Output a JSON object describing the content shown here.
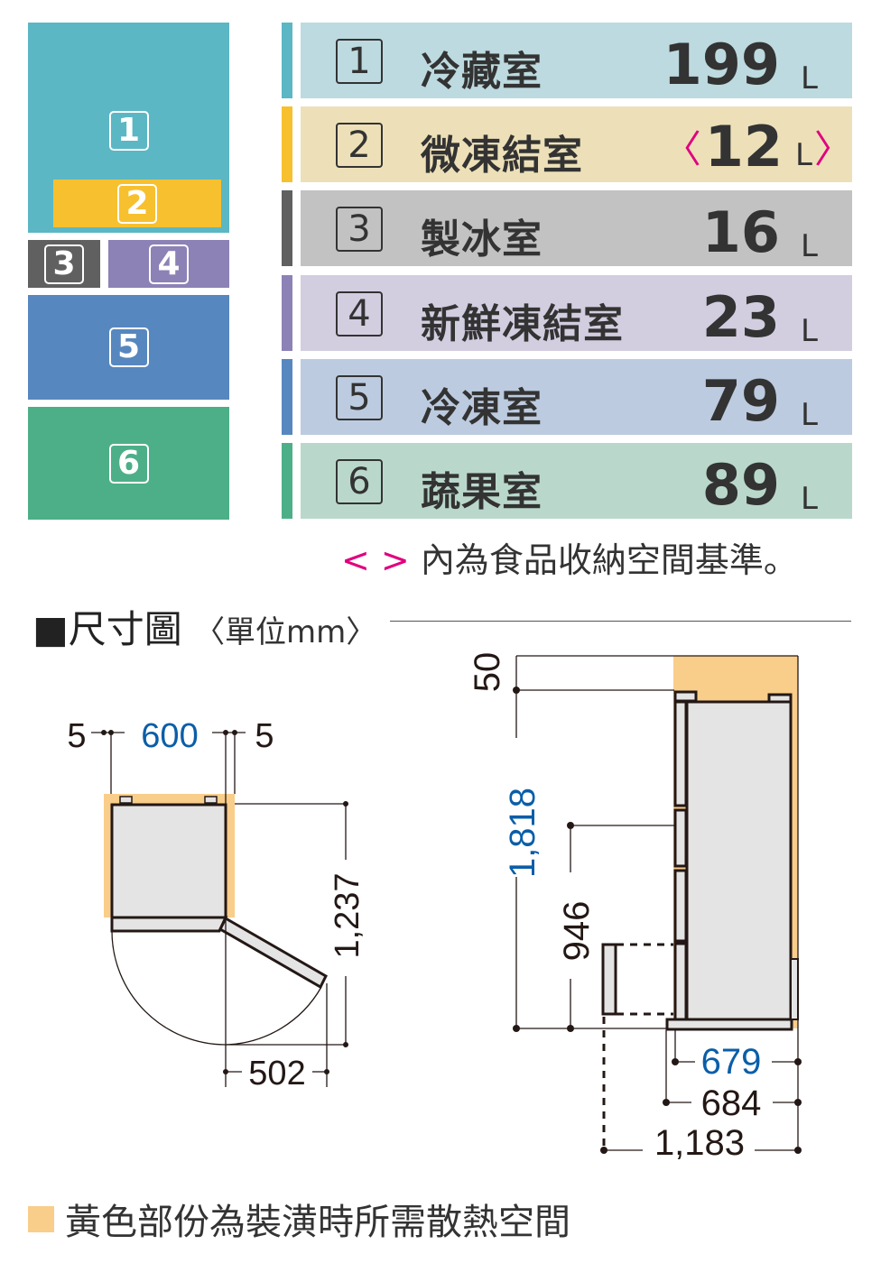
{
  "colors": {
    "fridge": "#5bb7c4",
    "soft_freeze": "#f7c02f",
    "ice": "#606060",
    "fresh_freeze": "#8c82b6",
    "freezer": "#5787bf",
    "vegetable": "#4daf88",
    "clearance": "#f9cd8a",
    "accent_blue": "#0a5ea8",
    "bracket": "#e0007f"
  },
  "layout_blocks": [
    "1",
    "2",
    "3",
    "4",
    "5",
    "6"
  ],
  "compartments": [
    {
      "num": "1",
      "name": "冷藏室",
      "value": "199",
      "unit": "L",
      "bracketed": false
    },
    {
      "num": "2",
      "name": "微凍結室",
      "value": "12",
      "unit": "L",
      "bracketed": true
    },
    {
      "num": "3",
      "name": "製冰室",
      "value": "16",
      "unit": "L",
      "bracketed": false
    },
    {
      "num": "4",
      "name": "新鮮凍結室",
      "value": "23",
      "unit": "L",
      "bracketed": false
    },
    {
      "num": "5",
      "name": "冷凍室",
      "value": "79",
      "unit": "L",
      "bracketed": false
    },
    {
      "num": "6",
      "name": "蔬果室",
      "value": "89",
      "unit": "L",
      "bracketed": false
    }
  ],
  "brackets": {
    "open": "〈",
    "close": "〉"
  },
  "note": {
    "symbol": "< >",
    "text": "內為食品收納空間基準。"
  },
  "heading": {
    "marker": "■",
    "title": "尺寸圖",
    "unit": "〈單位mm〉"
  },
  "top_view": {
    "left_gap": "5",
    "width": "600",
    "right_gap": "5",
    "depth_open": "1,237",
    "door_swing": "502"
  },
  "side_view": {
    "top_clearance": "50",
    "height": "1,818",
    "drawer_height": "946",
    "depth": "679",
    "depth_with_handle": "684",
    "depth_drawer_open": "1,183"
  },
  "legend": {
    "text": "黃色部份為裝潢時所需散熱空間"
  }
}
